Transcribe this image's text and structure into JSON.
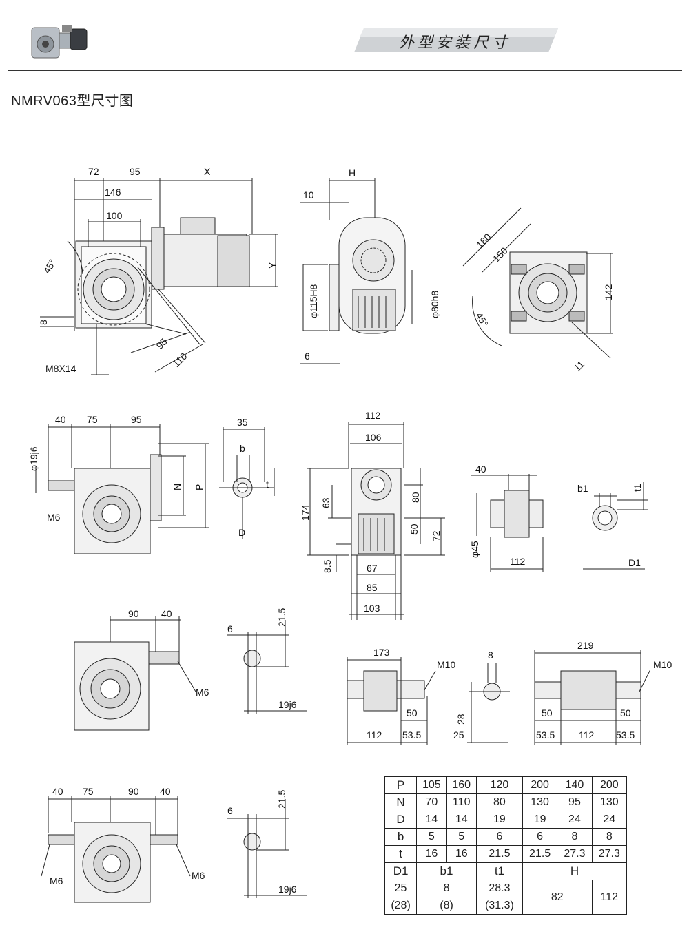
{
  "header": {
    "banner_title": "外型安装尺寸",
    "thumbnail_icon": "gear-motor-thumbnail-icon"
  },
  "model_title": "NMRV063型尺寸图",
  "views": {
    "front_view": {
      "dims": [
        "72",
        "95",
        "X",
        "146",
        "100",
        "45°",
        "Y",
        "8",
        "95",
        "110",
        "M8X14"
      ]
    },
    "side_view": {
      "dims": [
        "H",
        "10",
        "φ115H8",
        "φ80h8",
        "6"
      ]
    },
    "flange_view": {
      "dims": [
        "180",
        "150",
        "142",
        "45°",
        "11"
      ]
    },
    "input_shaft_view": {
      "dims": [
        "40",
        "75",
        "95",
        "φ19j6",
        "M6",
        "N",
        "P"
      ]
    },
    "keyway_small": {
      "dims": [
        "35",
        "b",
        "t",
        "D"
      ]
    },
    "side_view_2": {
      "dims": [
        "112",
        "106",
        "174",
        "63",
        "80",
        "50",
        "72",
        "8.5",
        "67",
        "85",
        "103"
      ]
    },
    "hollow_shaft_side": {
      "dims": [
        "40",
        "φ45",
        "112"
      ]
    },
    "hollow_shaft_key": {
      "dims": [
        "b1",
        "t1",
        "D1"
      ]
    },
    "output_shaft_view": {
      "dims": [
        "90",
        "40",
        "M6"
      ]
    },
    "key_detail_1": {
      "dims": [
        "6",
        "21.5",
        "19j6"
      ]
    },
    "single_output_shaft": {
      "dims": [
        "173",
        "M10",
        "50",
        "112",
        "53.5"
      ]
    },
    "shaft_key_section": {
      "dims": [
        "8",
        "28",
        "25"
      ]
    },
    "double_output_shaft": {
      "dims": [
        "219",
        "M10",
        "50",
        "50",
        "53.5",
        "112",
        "53.5"
      ]
    },
    "double_input_view": {
      "dims": [
        "40",
        "75",
        "90",
        "40",
        "M6",
        "M6"
      ]
    },
    "key_detail_2": {
      "dims": [
        "6",
        "21.5",
        "19j6"
      ]
    }
  },
  "spec_table": {
    "rows_top": [
      {
        "label": "P",
        "values": [
          "105",
          "160",
          "120",
          "200",
          "140",
          "200"
        ]
      },
      {
        "label": "N",
        "values": [
          "70",
          "110",
          "80",
          "130",
          "95",
          "130"
        ]
      },
      {
        "label": "D",
        "values": [
          "14",
          "14",
          "19",
          "19",
          "24",
          "24"
        ]
      },
      {
        "label": "b",
        "values": [
          "5",
          "5",
          "6",
          "6",
          "8",
          "8"
        ]
      },
      {
        "label": "t",
        "values": [
          "16",
          "16",
          "21.5",
          "21.5",
          "27.3",
          "27.3"
        ]
      }
    ],
    "bottom_headers": [
      "D1",
      "b1",
      "t1",
      "H"
    ],
    "bottom_row1": [
      "25",
      "8",
      "28.3"
    ],
    "bottom_row2": [
      "(28)",
      "(8)",
      "(31.3)"
    ],
    "h_values": [
      "82",
      "112"
    ]
  }
}
